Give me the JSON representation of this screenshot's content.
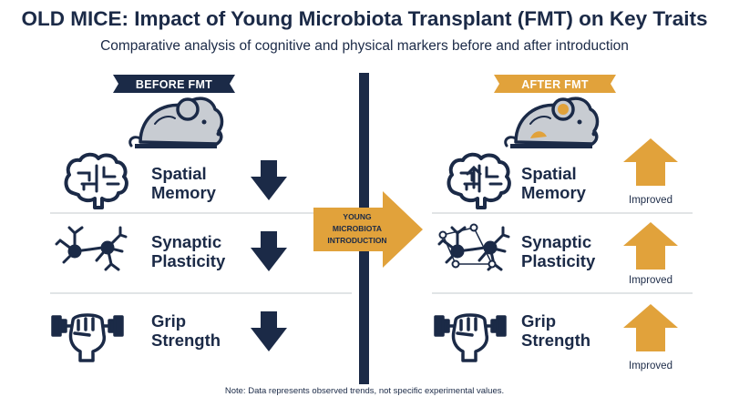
{
  "header": {
    "title": "OLD MICE: Impact of Young Microbiota Transplant (FMT) on Key Traits",
    "subtitle": "Comparative analysis of cognitive and physical markers before and after introduction"
  },
  "before": {
    "banner": "BEFORE FMT",
    "traits": [
      {
        "line1": "Spatial",
        "line2": "Memory",
        "trend": "down"
      },
      {
        "line1": "Synaptic",
        "line2": "Plasticity",
        "trend": "down"
      },
      {
        "line1": "Grip",
        "line2": "Strength",
        "trend": "down"
      }
    ]
  },
  "center": {
    "line1": "YOUNG",
    "line2": "MICROBIOTA",
    "line3": "INTRODUCTION"
  },
  "after": {
    "banner": "AFTER FMT",
    "traits": [
      {
        "line1": "Spatial",
        "line2": "Memory",
        "trend": "up",
        "status": "Improved"
      },
      {
        "line1": "Synaptic",
        "line2": "Plasticity",
        "trend": "up",
        "status": "Improved"
      },
      {
        "line1": "Grip",
        "line2": "Strength",
        "trend": "up",
        "status": "Improved"
      }
    ]
  },
  "note": "Note: Data represents observed trends, not specific experimental values.",
  "colors": {
    "navy": "#1b2a47",
    "orange": "#e1a23b",
    "mouse_gray": "#c8ccd2",
    "divider": "#cfd3d8"
  }
}
